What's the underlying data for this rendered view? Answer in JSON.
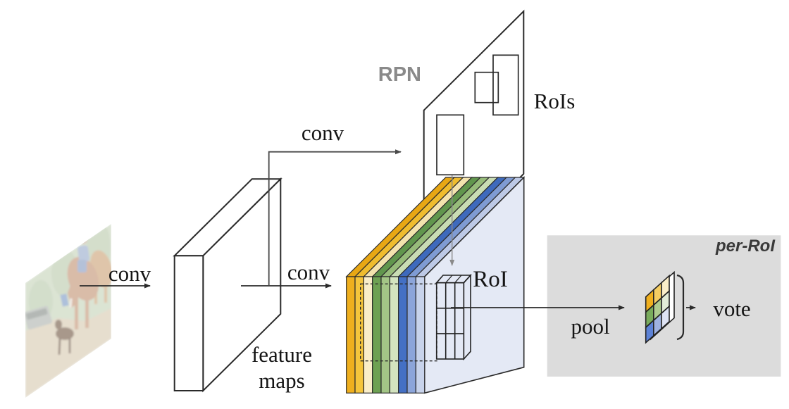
{
  "figure": {
    "labels": {
      "conv_input": "conv",
      "conv_mid": "conv",
      "conv_rpn": "conv",
      "feature_line1": "feature",
      "feature_line2": "maps",
      "rpn": "RPN",
      "rois": "RoIs",
      "roi": "RoI",
      "pool": "pool",
      "vote": "vote",
      "per_roi": "per-RoI"
    },
    "colors": {
      "background": "#ffffff",
      "line": "#2a2a2a",
      "line_mid": "#4a4a4a",
      "line_gray": "#8a8a8a",
      "panel": "#dcdcdc",
      "plane_face": "#e4e9f5",
      "stripes": [
        "#efaf1e",
        "#f5c53c",
        "#faeec9",
        "#6da153",
        "#a3c586",
        "#d3e3bf",
        "#4470c4",
        "#8ca5da",
        "#c8d3eb"
      ],
      "bands": [
        "#e8a714",
        "#efbc2e",
        "#f3e3ae",
        "#61964d",
        "#97bc7a",
        "#c9dcb4",
        "#3e6abd",
        "#7f9bd3",
        "#bdc9e6"
      ],
      "pooled": [
        [
          "#efaf1e",
          "#f5cd62",
          "#faeec9"
        ],
        [
          "#79ab5c",
          "#aecb8e",
          "#e2ecd8"
        ],
        [
          "#5c82d6",
          "#9fb2e0",
          "#dee3f4"
        ]
      ],
      "photo": {
        "sky": "#eff3ec",
        "foliage": "#c9d6bd",
        "foliage_dark": "#b4c7a8",
        "ground": "#dacdb5",
        "horse": "#c6997b",
        "horse_far": "#cfa87e",
        "foal": "#7c6350",
        "rider_shirt": "#9fb0cf",
        "rider_jeans": "#8ea2c4",
        "rider_cap": "#5f646e",
        "car": "#b3b8b3",
        "car_window": "#8d948f",
        "red_person": "#d8837a",
        "blue_person": "#84a0c8",
        "wash": "#ffffff"
      }
    }
  }
}
